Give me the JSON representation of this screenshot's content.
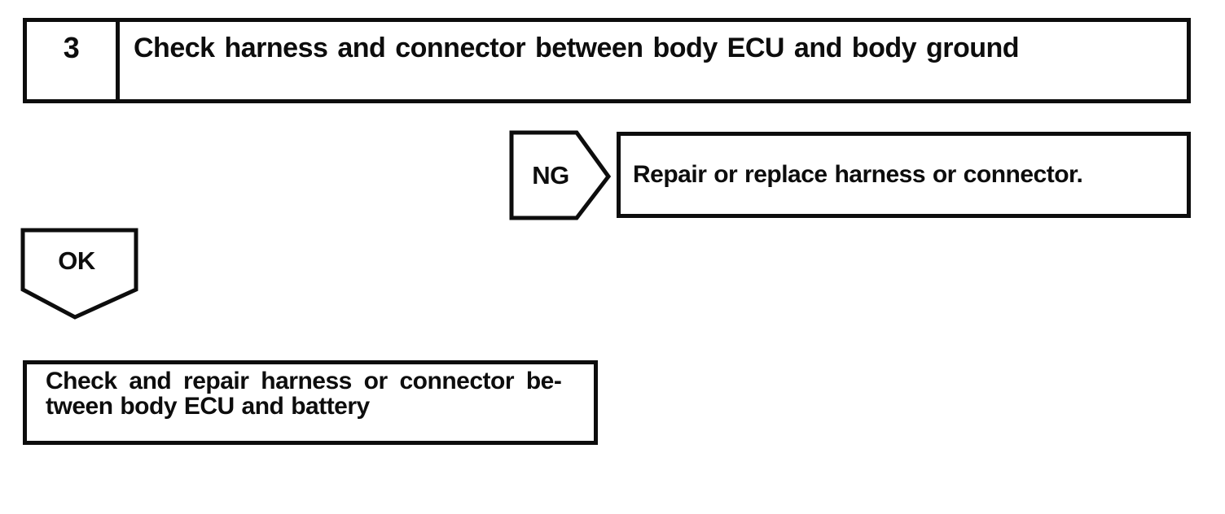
{
  "colors": {
    "ink": "#0d0d0d",
    "paper": "#ffffff"
  },
  "flowchart": {
    "step": {
      "number": "3",
      "title": "Check harness and connector between body ECU and body ground"
    },
    "ng_branch": {
      "label": "NG",
      "action": "Repair or replace harness or connector."
    },
    "ok_branch": {
      "label": "OK"
    },
    "result": {
      "line1": "Check and repair harness or connector be-",
      "line2": "tween body ECU and battery"
    }
  }
}
